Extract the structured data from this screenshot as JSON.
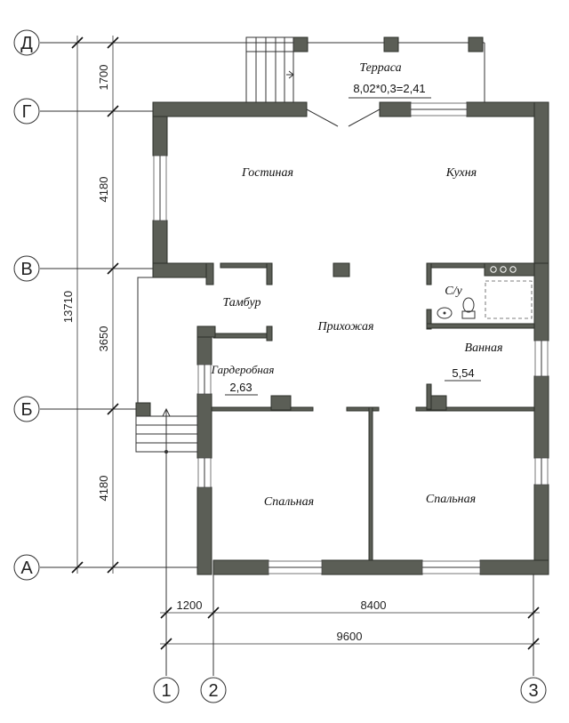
{
  "rooms": {
    "terrace": "Терраса",
    "terrace_area": "8,02*0,3=2,41",
    "living": "Гостиная",
    "kitchen": "Кухня",
    "vestibule": "Тамбур",
    "hall": "Прихожая",
    "wc": "С/у",
    "bath": "Ванная",
    "bath_area": "5,54",
    "wardrobe": "Гардеробная",
    "wardrobe_area": "2,63",
    "bedroom_left": "Спальная",
    "bedroom_right": "Спальная"
  },
  "dimensions": {
    "vertical": [
      "1700",
      "4180",
      "3650",
      "4180"
    ],
    "vertical_total": "13710",
    "horizontal": [
      "1200",
      "8400"
    ],
    "horizontal_total": "9600"
  },
  "axes": {
    "rows": [
      "Д",
      "Г",
      "В",
      "Б",
      "А"
    ],
    "columns": [
      "1",
      "2",
      "3"
    ]
  },
  "colors": {
    "wall": "#5b5e56",
    "line": "#333333"
  }
}
